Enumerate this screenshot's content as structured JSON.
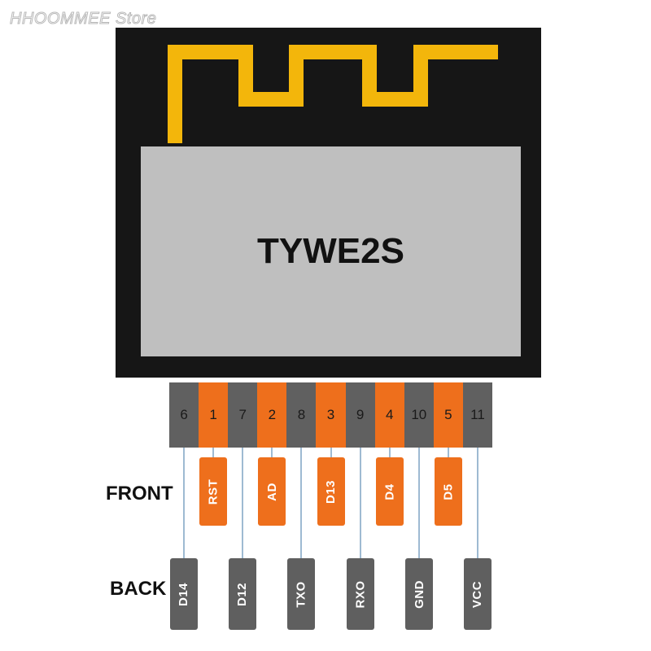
{
  "watermark": "HHOOMMEE Store",
  "module": {
    "name": "TYWE2S"
  },
  "colors": {
    "module_body": "#161616",
    "antenna": "#f3b60b",
    "shield": "#bfbfbf",
    "front_pin": "#ee6f1c",
    "back_pin": "#606060",
    "connector_line": "#7fa4c4"
  },
  "pins": [
    {
      "number": "6",
      "side": "back"
    },
    {
      "number": "1",
      "side": "front"
    },
    {
      "number": "7",
      "side": "back"
    },
    {
      "number": "2",
      "side": "front"
    },
    {
      "number": "8",
      "side": "back"
    },
    {
      "number": "3",
      "side": "front"
    },
    {
      "number": "9",
      "side": "back"
    },
    {
      "number": "4",
      "side": "front"
    },
    {
      "number": "10",
      "side": "back"
    },
    {
      "number": "5",
      "side": "front"
    },
    {
      "number": "11",
      "side": "back"
    }
  ],
  "front": {
    "label": "FRONT",
    "signals": [
      "RST",
      "AD",
      "D13",
      "D4",
      "D5"
    ]
  },
  "back": {
    "label": "BACK",
    "signals": [
      "D14",
      "D12",
      "TXO",
      "RXO",
      "GND",
      "VCC"
    ]
  }
}
